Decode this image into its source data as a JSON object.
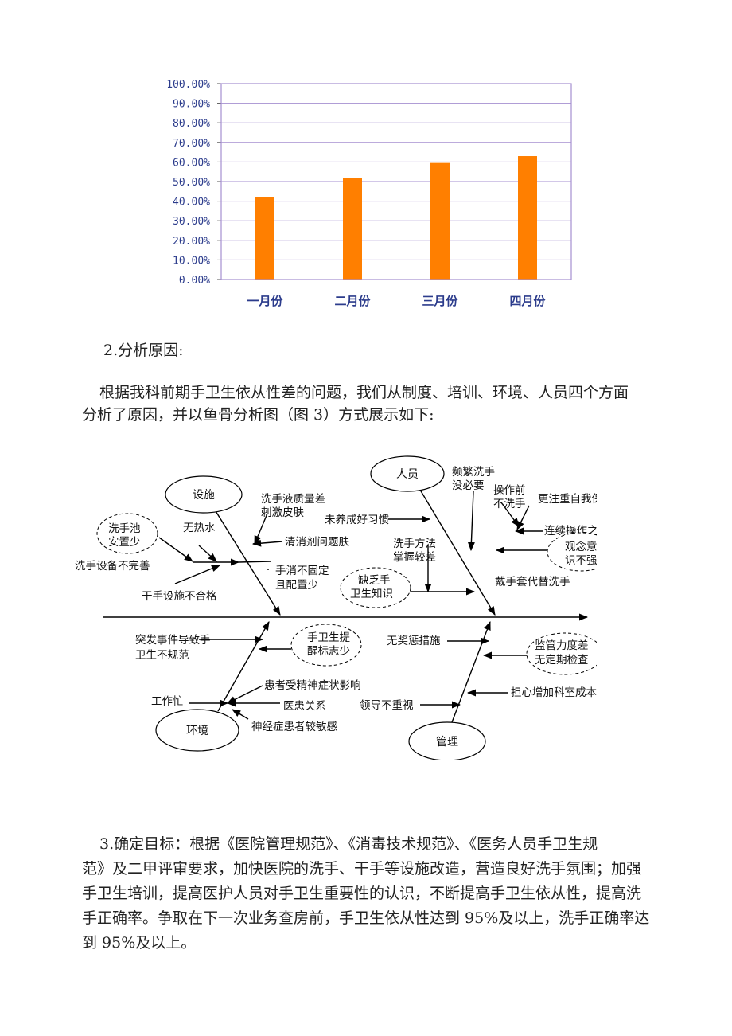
{
  "chart_data": {
    "type": "bar",
    "categories": [
      "一月份",
      "二月份",
      "三月份",
      "四月份"
    ],
    "values": [
      42.0,
      52.0,
      59.5,
      63.0
    ],
    "ylim": [
      0,
      100
    ],
    "yticks": [
      "0.00%",
      "10.00%",
      "20.00%",
      "30.00%",
      "40.00%",
      "50.00%",
      "60.00%",
      "70.00%",
      "80.00%",
      "90.00%",
      "100.00%"
    ],
    "grid": true,
    "bar_color": "#ff7f00",
    "plot_border_color": "#a58fd0"
  },
  "section2": {
    "heading": "2.分析原因:",
    "para_line1": "根据我科前期手卫生依从性差的问题，我们从制度、培训、环境、人员四个方面",
    "para_line2": "分析了原因，并以鱼骨分析图（图 3）方式展示如下:"
  },
  "fishbone": {
    "categories": {
      "facility": "设施",
      "people": "人员",
      "environment": "环境",
      "management": "管理"
    },
    "facility_causes": {
      "sink_label_1": "洗手池",
      "sink_label_2": "安置少",
      "no_hot_water": "无热水",
      "soap_line1": "洗手液质量差",
      "soap_line2": "刺激皮肤",
      "cleanser_issue": "清消剂问题肤",
      "equipment_incomplete": "洗手设备不完善",
      "sanitizer_line1": "手消不固定",
      "sanitizer_line2": "且配置少",
      "dryer_unqualified": "干手设施不合格"
    },
    "people_causes": {
      "frequent_line1": "频繁洗手",
      "frequent_line2": "没必要",
      "habit": "未养成好习惯",
      "before_op_line1": "操作前",
      "before_op_line2": "不洗手",
      "self_protect": "更注重自我保护",
      "between_ops": "连续操作之间不洗手",
      "method_line1": "洗手方法",
      "method_line2": "掌握较差",
      "concept_line1": "观念意",
      "concept_line2": "识不强",
      "knowledge_line1": "缺乏手",
      "knowledge_line2": "卫生知识",
      "gloves": "戴手套代替洗手"
    },
    "environment_causes": {
      "emergency_line1": "突发事件导致手",
      "emergency_line2": "卫生不规范",
      "signs_line1": "手卫生提",
      "signs_line2": "醒标志少",
      "busy": "工作忙",
      "psych_influence": "患者受精神症状影响",
      "relationship": "医患关系",
      "sensitive": "神经症患者较敏感"
    },
    "management_causes": {
      "no_reward": "无奖惩措施",
      "supervision_line1": "监管力度差",
      "supervision_line2": "无定期检查",
      "cost": "担心增加科室成本",
      "leader": "领导不重视"
    }
  },
  "section3": {
    "line1": "3.确定目标：根据《医院管理规范》、《消毒技术规范》、《医务人员手卫生规",
    "line2": "范》及二甲评审要求，加快医院的洗手、干手等设施改造，营造良好洗手氛围；加强",
    "line3": "手卫生培训，提高医护人员对手卫生重要性的认识，不断提高手卫生依从性，提高洗",
    "line4": "手正确率。争取在下一次业务查房前，手卫生依从性达到 95%及以上，洗手正确率达",
    "line5": "到 95%及以上。"
  }
}
